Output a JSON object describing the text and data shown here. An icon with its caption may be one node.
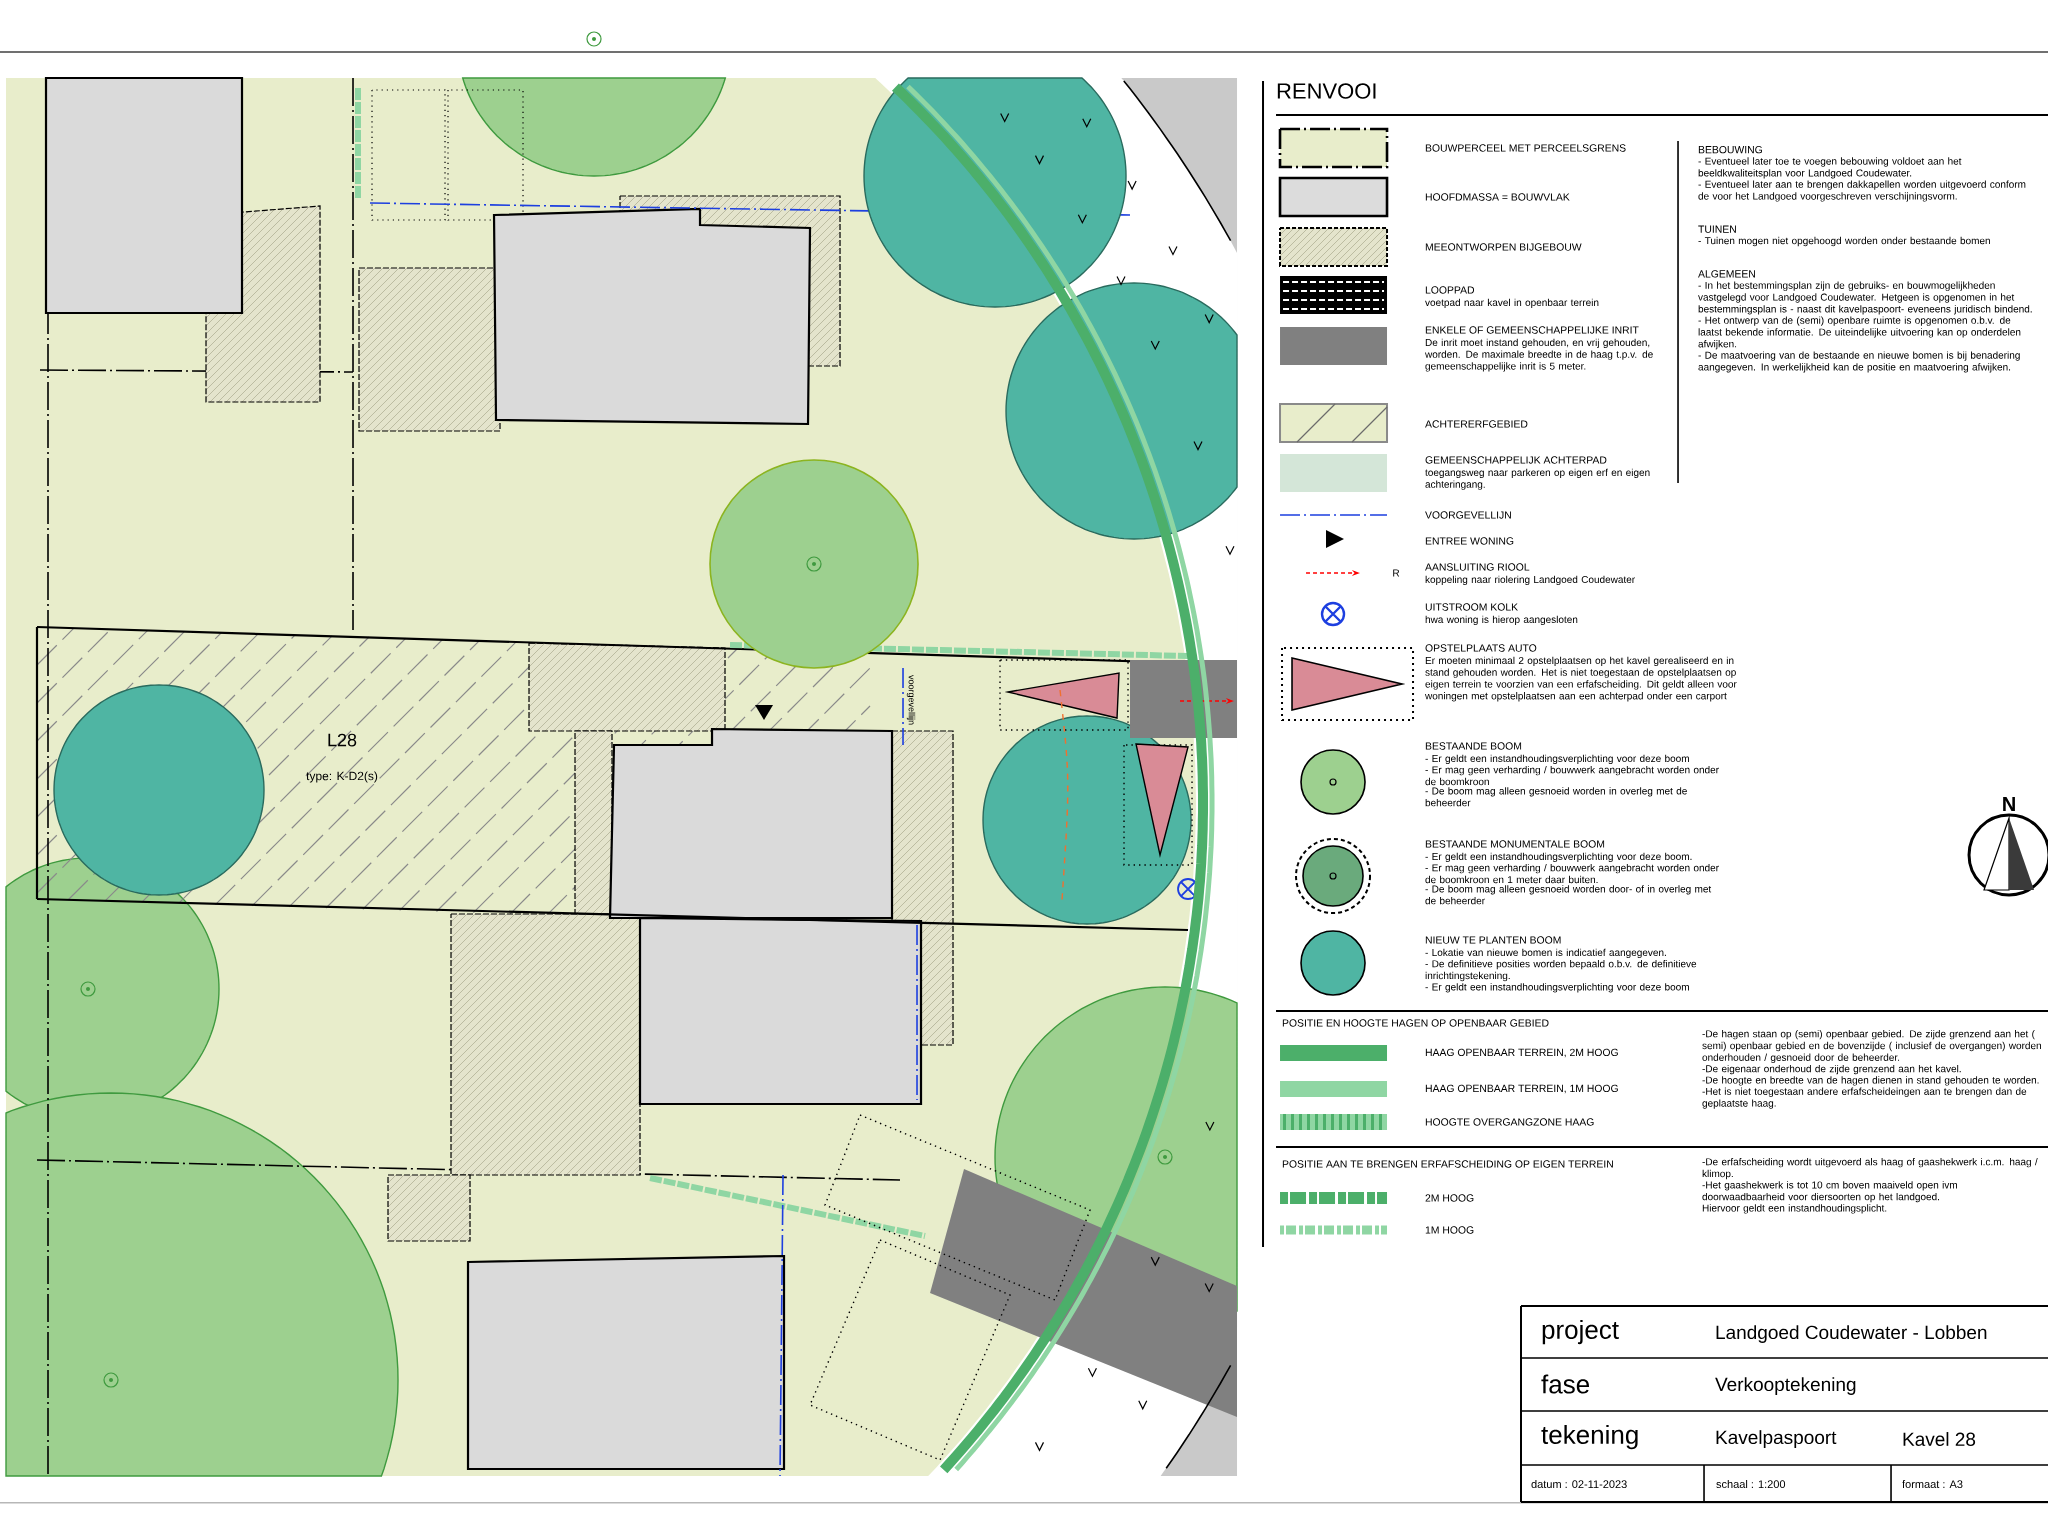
{
  "diagram": {
    "labels": [
      "RENVOOI",
      "voetpad naar kavel in openbaar terrein",
      "De inrit moet instand gehouden, en vrij gehouden, worden. De maximale breedte in de haag t.p.v. de gemeenschappelijke inrit is 5 meter.",
      "toegangsweg naar parkeren op eigen erf en eigen achteringang.",
      "R",
      "koppeling naar riolering Landgoed Coudewater",
      "hwa woning is hierop aangesloten",
      "Er moeten minimaal 2 opstelplaatsen op het kavel gerealiseerd en in stand gehouden worden. Het is niet toegestaan de opstelplaatsen op eigen terrein te voorzien van een erfafscheiding. Dit geldt alleen voor woningen met opstelplaatsen aan een achterpad onder een carport",
      "- Er geldt een instandhoudingsverplichting voor deze boom",
      "- Er mag geen verharding / bouwwerk aangebracht worden onder de boomkroon",
      "- De boom mag alleen gesnoeid worden in overleg met de beheerder",
      "- Er geldt een instandhoudingsverplichting voor deze boom.",
      "- Er mag geen verharding / bouwwerk aangebracht worden onder de boomkroon en 1 meter daar buiten.",
      "- De boom mag alleen gesnoeid worden door- of in overleg met de beheerder",
      "- Lokatie van nieuwe bomen is indicatief aangegeven.",
      "- De definitieve posities worden bepaald o.b.v. de definitieve inrichtingstekening.",
      "- Er geldt een instandhoudingsverplichting voor deze boom",
      "BEBOUWING",
      "- Eventueel later toe te voegen bebouwing voldoet aan het beeldkwaliteitsplan voor Landgoed Coudewater.",
      "- Eventueel later aan te brengen dakkapellen worden uitgevoerd conform de voor het Landgoed voorgeschreven verschijningsvorm.",
      "TUINEN",
      "- Tuinen mogen niet opgehoogd worden onder bestaande bomen",
      "ALGEMEEN",
      "- In het bestemmingsplan zijn de gebruiks- en bouwmogelijkheden vastgelegd voor Landgoed Coudewater. Hetgeen is opgenomen in het bestemmingsplan is - naast dit kavelpaspoort- eveneens juridisch bindend.",
      "- Het ontwerp van de (semi) openbare ruimte is opgenomen o.b.v. de laatst bekende informatie. De uiteindelijke uitvoering kan op onderdelen afwijken.",
      "- De maatvoering van de bestaande en nieuwe bomen is bij benadering aangegeven. In werkelijkheid kan de positie en maatvoering afwijken.",
      "POSITIE EN HOOGTE HAGEN OP OPENBAAR GEBIED",
      "-De hagen staan op (semi) openbaar gebied. De zijde grenzend aan het ( semi) openbaar gebied en de bovenzijde ( inclusief de overgangen) worden onderhouden / gesnoeid door de beheerder.",
      "-De eigenaar onderhoud de zijde grenzend aan het kavel.",
      "-De hoogte en breedte van de hagen dienen in stand gehouden te worden.",
      "-Het is niet toegestaan andere erfafscheideingen aan te brengen dan de geplaatste haag.",
      "POSITIE AAN TE BRENGEN ERFAFSCHEIDING OP EIGEN TERREIN",
      "-De erfafscheiding wordt uitgevoerd als haag of gaashekwerk i.c.m. haag / klimop.",
      "-Het gaashekwerk is tot 10 cm boven maaiveld open ivm doorwaadbaarheid voor diersoorten op het landgoed.",
      "Hiervoor geldt een instandhoudingsplicht.",
      "N",
      "L28",
      "type: K-D2(s)",
      "voorgevellijn",
      "project",
      "Landgoed Coudewater - Lobben",
      "fase",
      "Verkooptekening",
      "tekening",
      "Kavelpaspoort",
      "Kavel 28",
      "datum :  02-11-2023",
      "schaal :  1:200",
      "formaat :  A3"
    ],
    "legend": [
      {
        "text": "BOUWPERCEEL MET PERCEELSGRENS"
      },
      {
        "text": "HOOFDMASSA = BOUWVLAK",
        "color": "#dcdcdc"
      },
      {
        "text": "MEEONTWORPEN BIJGEBOUW"
      },
      {
        "text": "LOOPPAD"
      },
      {
        "text": "ENKELE OF GEMEENSCHAPPELIJKE INRIT",
        "color": "#808080"
      },
      {
        "text": "ACHTERERFGEBIED"
      },
      {
        "text": "GEMEENSCHAPPELIJK ACHTERPAD",
        "color": "#d4e6d8"
      },
      {
        "text": "VOORGEVELLIJN"
      },
      {
        "text": "ENTREE WONING"
      },
      {
        "text": "AANSLUITING RIOOL"
      },
      {
        "text": "UITSTROOM KOLK"
      },
      {
        "text": "OPSTELPLAATS AUTO"
      },
      {
        "text": "BESTAANDE BOOM"
      },
      {
        "text": "BESTAANDE MONUMENTALE BOOM"
      },
      {
        "text": "NIEUW TE PLANTEN BOOM"
      },
      {
        "text": "HAAG OPENBAAR TERREIN, 2M HOOG",
        "color": "#4caf6a"
      },
      {
        "text": "HAAG OPENBAAR TERREIN, 1M HOOG",
        "color": "#8fd6a3"
      },
      {
        "text": "HOOGTE OVERGANGZONE HAAG"
      },
      {
        "text": "2M HOOG"
      },
      {
        "text": "1M HOOG"
      }
    ]
  }
}
